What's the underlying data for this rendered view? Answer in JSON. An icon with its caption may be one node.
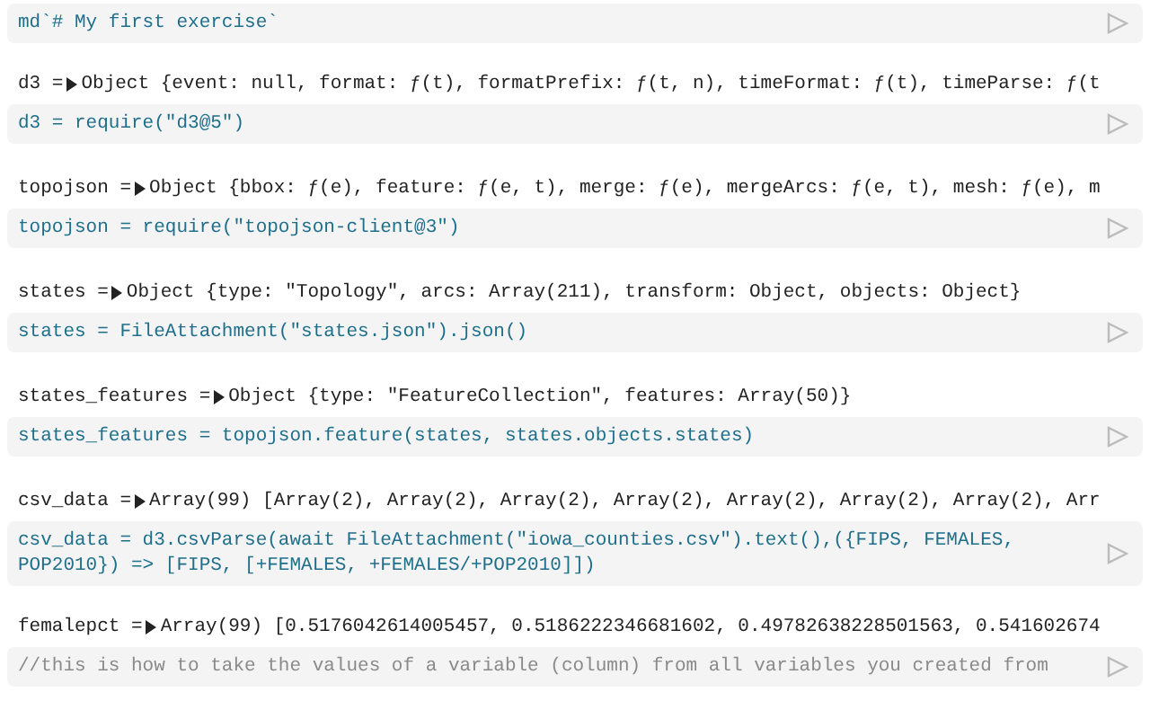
{
  "diagram": {
    "labels": [
      "md`# My first exercise`",
      "d3 =",
      "Object {event: null, format: ƒ(t), formatPrefix: ƒ(t, n), timeFormat: ƒ(t), timeParse: ƒ(t",
      "d3 = require(\"d3@5\")",
      "topojson =",
      "Object {bbox: ƒ(e), feature: ƒ(e, t), merge: ƒ(e), mergeArcs: ƒ(e, t), mesh: ƒ(e), m",
      "topojson = require(\"topojson-client@3\")",
      "states =",
      "Object {type: \"Topology\", arcs: Array(211), transform: Object, objects: Object}",
      "states = FileAttachment(\"states.json\").json()",
      "states_features =",
      "Object {type: \"FeatureCollection\", features: Array(50)}",
      "states_features = topojson.feature(states, states.objects.states)",
      "csv_data =",
      "Array(99) [Array(2), Array(2), Array(2), Array(2), Array(2), Array(2), Array(2), Arr",
      "csv_data = d3.csvParse(await FileAttachment(\"iowa_counties.csv\").text(),({FIPS, FEMALES, POP2010}) => [FIPS, [+FEMALES, +FEMALES/+POP2010]])",
      "femalepct =",
      "Array(99) [0.5176042614005457, 0.5186222346681602, 0.49782638228501563, 0.541602674",
      "//this is how to take the values of a variable (column) from all variables you created from"
    ]
  }
}
